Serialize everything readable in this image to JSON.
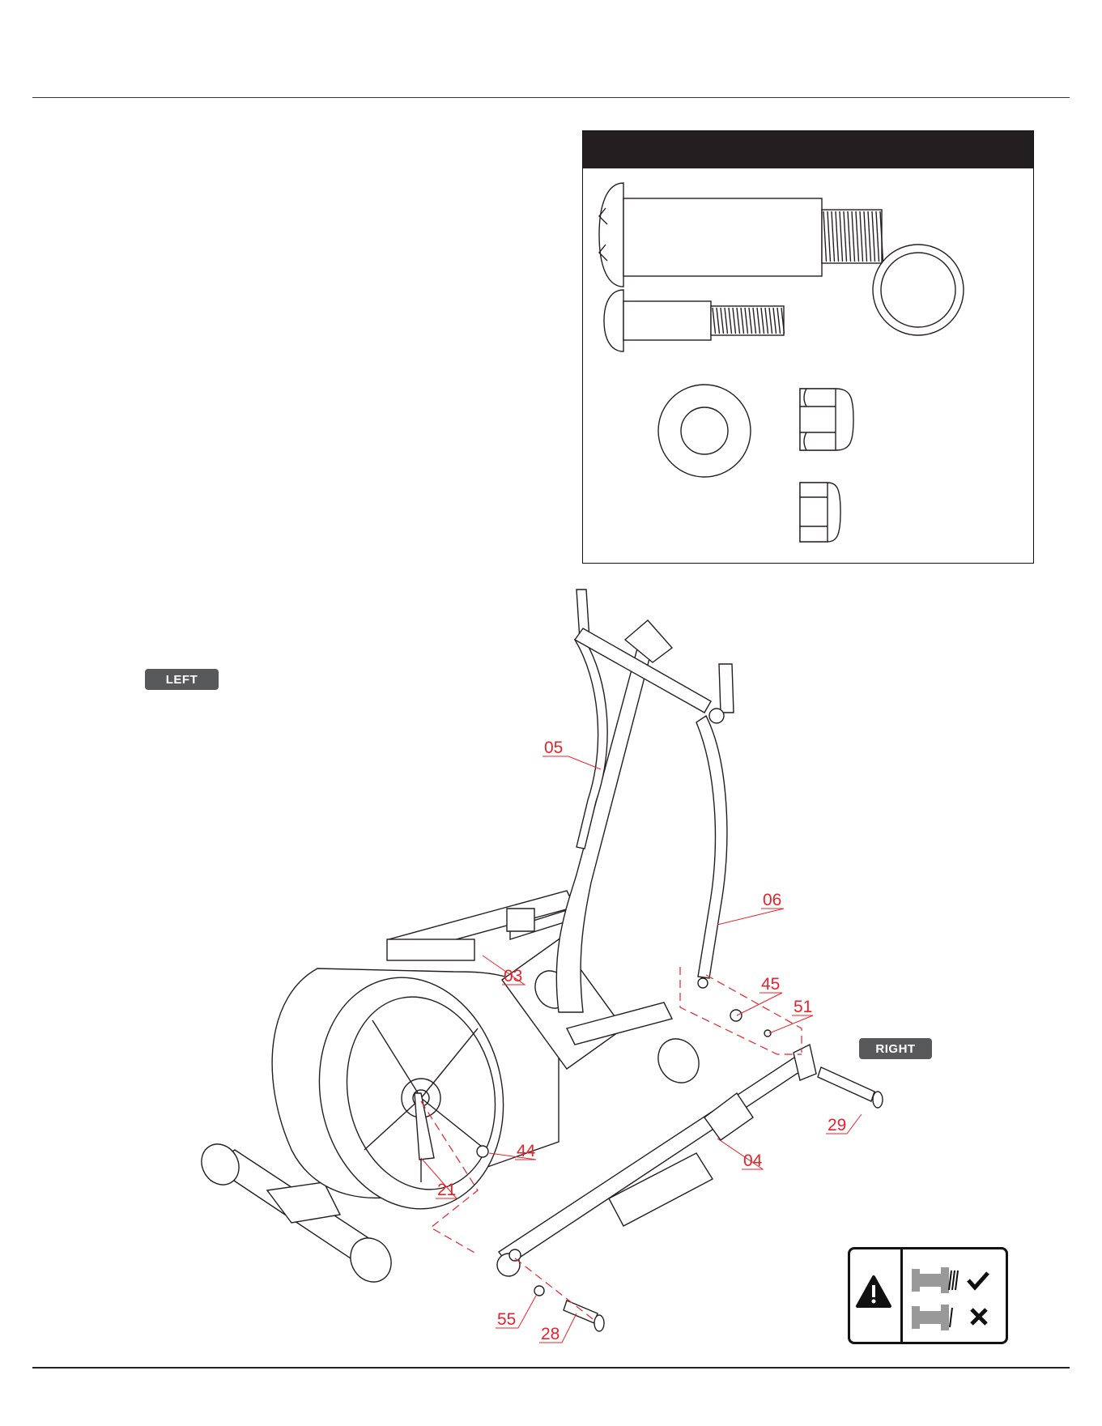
{
  "page": {
    "hardware_box_title": "",
    "side_labels": {
      "left": "LEFT",
      "right": "RIGHT"
    }
  },
  "callouts": [
    {
      "id": "05",
      "label": "05"
    },
    {
      "id": "06",
      "label": "06"
    },
    {
      "id": "03",
      "label": "03"
    },
    {
      "id": "45",
      "label": "45"
    },
    {
      "id": "51",
      "label": "51"
    },
    {
      "id": "29",
      "label": "29"
    },
    {
      "id": "44",
      "label": "44"
    },
    {
      "id": "04",
      "label": "04"
    },
    {
      "id": "21",
      "label": "21"
    },
    {
      "id": "55",
      "label": "55"
    },
    {
      "id": "28",
      "label": "28"
    }
  ],
  "warning_box": {
    "icon": "warning-triangle-icon",
    "correct_icon": "checkmark-icon",
    "incorrect_icon": "cross-icon"
  },
  "colors": {
    "callout": "#e8232a",
    "tag_bg": "#58595b",
    "line": "#231f20"
  }
}
